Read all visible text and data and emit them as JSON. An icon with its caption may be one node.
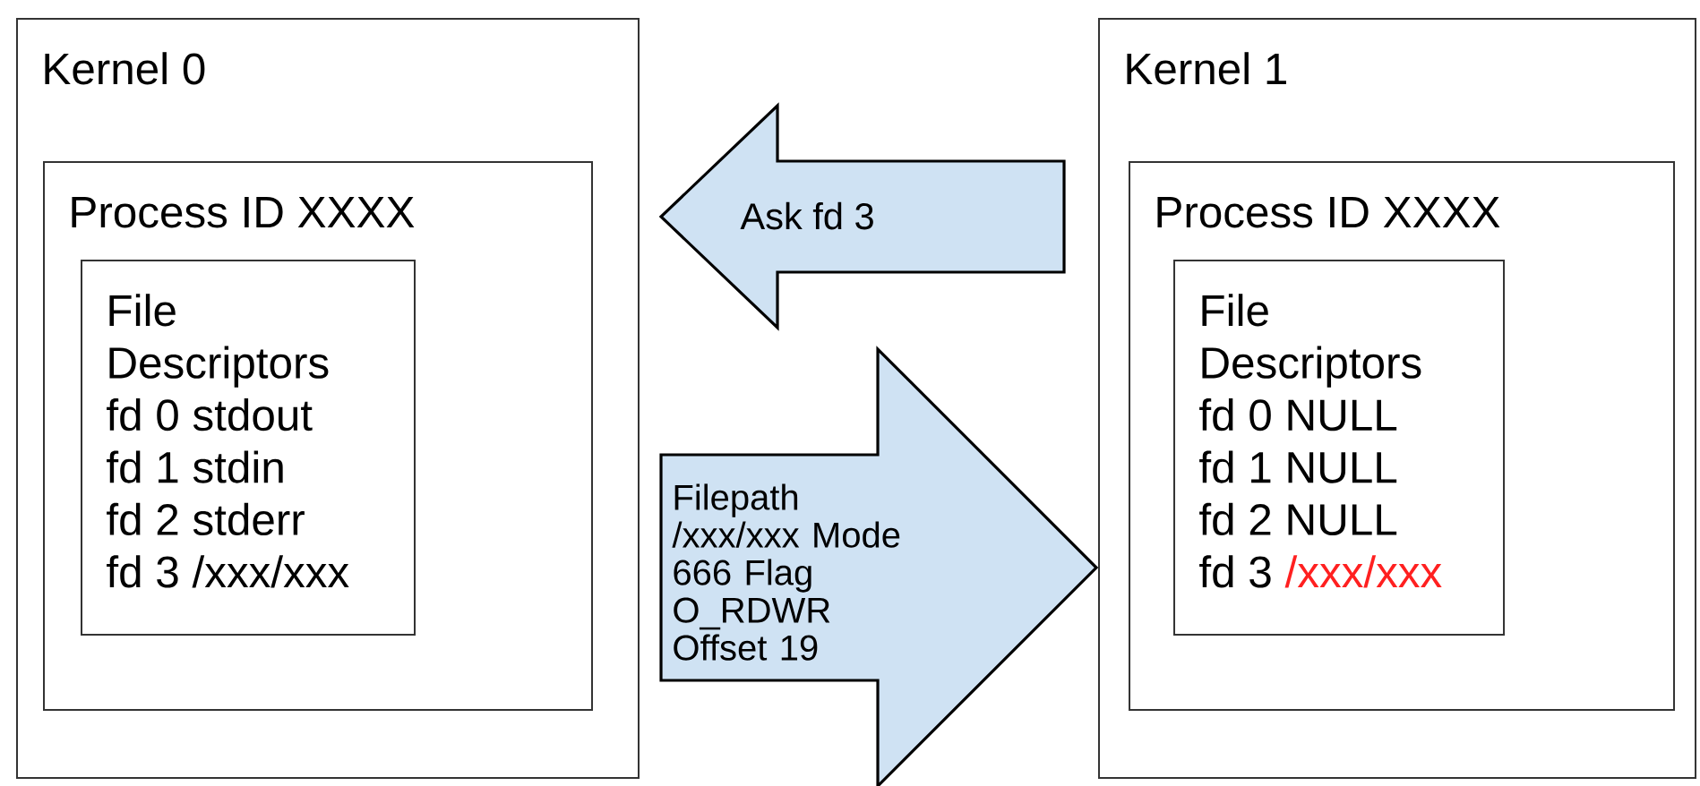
{
  "diagram": {
    "nodes": [
      {
        "text": [
          "Kernel 0"
        ]
      },
      {
        "text": [
          "Process ID XXXX"
        ],
        "in": 0
      },
      {
        "text": [
          "File Descriptors",
          "fd 0 stdout",
          "fd 1 stdin",
          "fd 2 stderr",
          "fd 3 /xxx/xxx"
        ],
        "in": 1
      },
      {
        "text": [
          "Kernel 1"
        ]
      },
      {
        "text": [
          "Process ID XXXX"
        ],
        "in": 3
      },
      {
        "text": [
          "File Descriptors",
          "fd 0 NULL",
          "fd 1 NULL",
          "fd 2 NULL",
          "fd 3",
          "/xxx/xxx"
        ],
        "in": 4
      }
    ],
    "edges": [
      {
        "from": 3,
        "to": 0,
        "arrow": "to",
        "label": "Ask fd 3"
      },
      {
        "from": 0,
        "to": 3,
        "arrow": "to",
        "label": "Filepath /xxx/xxx Mode 666 Flag O_RDWR Offset 19"
      }
    ]
  }
}
